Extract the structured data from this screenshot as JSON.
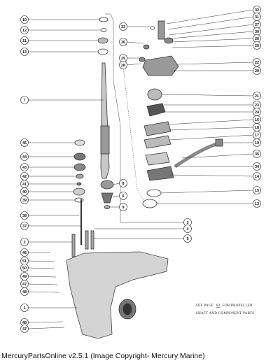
{
  "diagram": {
    "left_callouts": [
      "10",
      "12",
      "11",
      "13",
      "7",
      "45",
      "44",
      "43",
      "42",
      "41",
      "40",
      "39",
      "38",
      "37",
      "2",
      "46",
      "51",
      "50",
      "49",
      "47",
      "48",
      "1",
      "48",
      "47"
    ],
    "center_callouts": [
      "8",
      "6",
      "9",
      "3",
      "4",
      "5",
      "33",
      "36",
      "29",
      "28"
    ],
    "right_callouts": [
      "32",
      "31",
      "27",
      "30",
      "26",
      "25",
      "22",
      "20",
      "21",
      "23",
      "24",
      "16",
      "18",
      "17",
      "19",
      "35",
      "34",
      "14",
      "15",
      "13"
    ],
    "note": {
      "line1_prefix": "SEE PAGE",
      "line1_page": "63",
      "line1_suffix": "FOR PROPELLER",
      "line2": "SHAFT AND COMPONENT PARTS"
    }
  },
  "footer": {
    "text": "MercuryPartsOnline v2.5.1 (Image Copyright- Mercury Marine)"
  }
}
